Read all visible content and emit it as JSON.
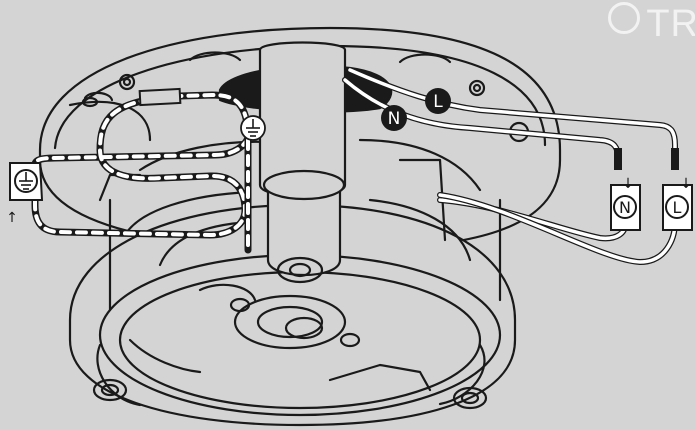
{
  "brand": {
    "text": "TR",
    "icon": "circle-logo-icon",
    "color": "#f2f2f2"
  },
  "labels": {
    "neutral": "N",
    "live": "L",
    "ground_symbol": "ground-icon"
  },
  "arrows": {
    "down": "↓",
    "up": "↑"
  },
  "colors": {
    "background": "#d4d4d4",
    "line": "#1a1a1a",
    "badge": "#1a1a1a",
    "wire": "#ffffff"
  }
}
